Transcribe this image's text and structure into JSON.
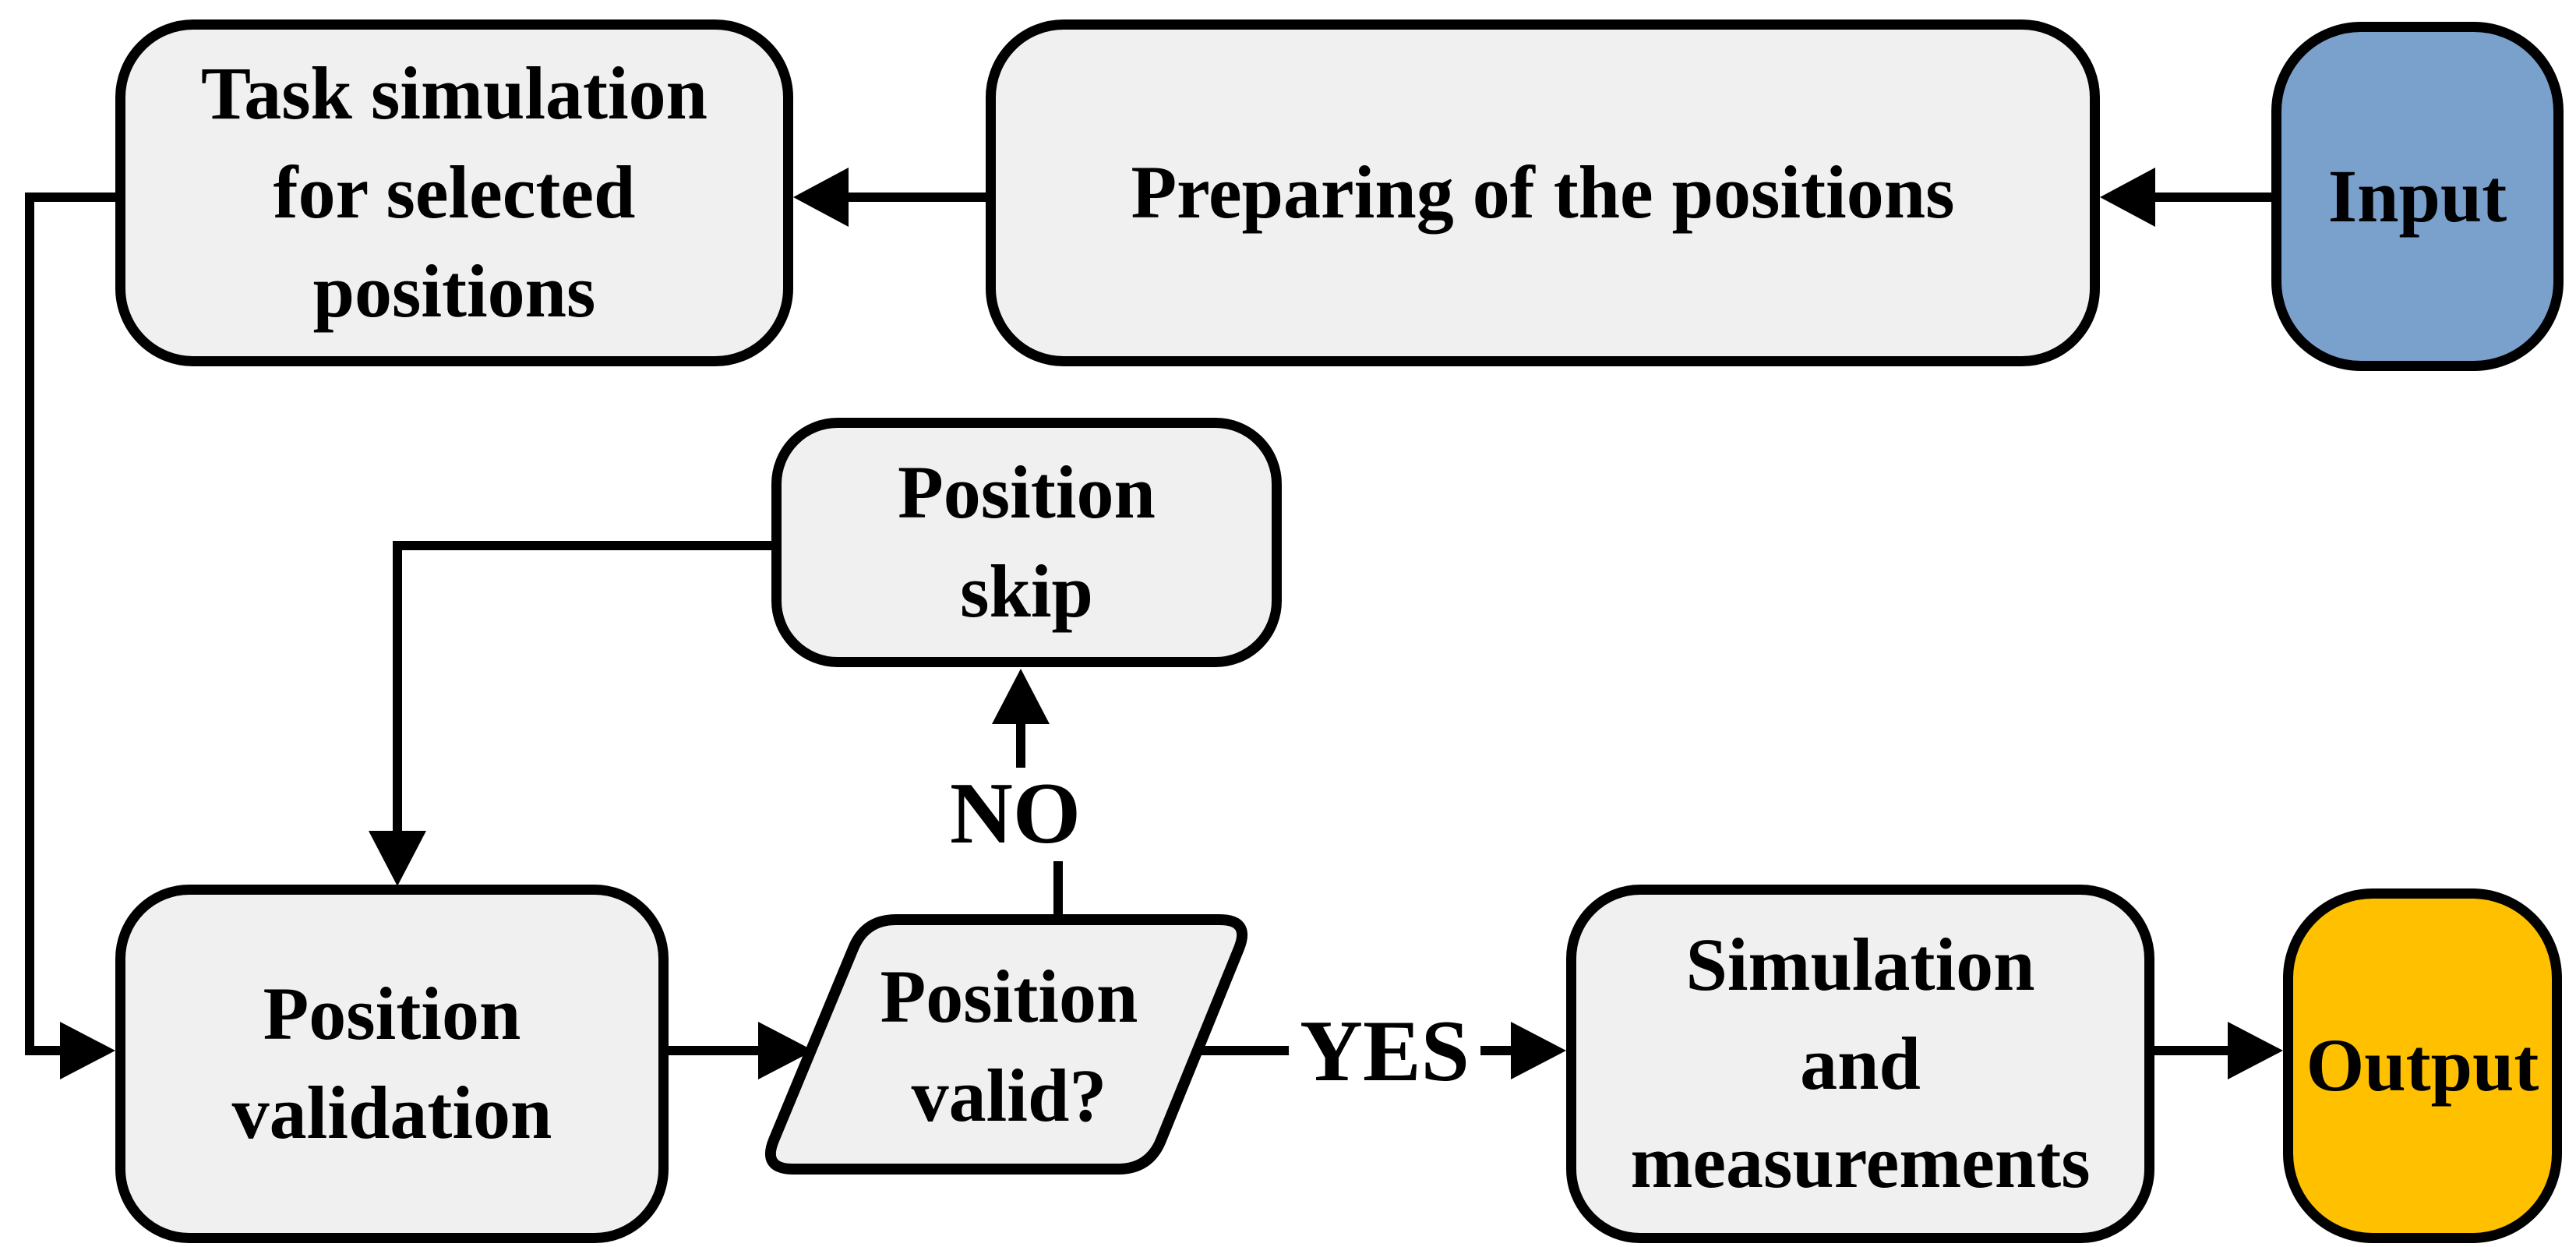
{
  "diagram": {
    "nodes": {
      "task_simulation": {
        "lines": [
          "Task simulation",
          "for selected",
          "positions"
        ]
      },
      "preparing": {
        "lines": [
          "Preparing of the positions"
        ]
      },
      "input": {
        "lines": [
          "Input"
        ]
      },
      "position_skip": {
        "lines": [
          "Position",
          "skip"
        ]
      },
      "position_validation": {
        "lines": [
          "Position",
          "validation"
        ]
      },
      "position_valid": {
        "lines": [
          "Position",
          "valid?"
        ]
      },
      "simulation_measurements": {
        "lines": [
          "Simulation",
          "and",
          "measurements"
        ]
      },
      "output": {
        "lines": [
          "Output"
        ]
      }
    },
    "edge_labels": {
      "no": "NO",
      "yes": "YES"
    },
    "colors": {
      "process_fill": "#F0F0F0",
      "input_fill": "#7AA0CC",
      "output_fill": "#FFC000",
      "stroke": "#000000",
      "background": "#FFFFFF"
    }
  }
}
